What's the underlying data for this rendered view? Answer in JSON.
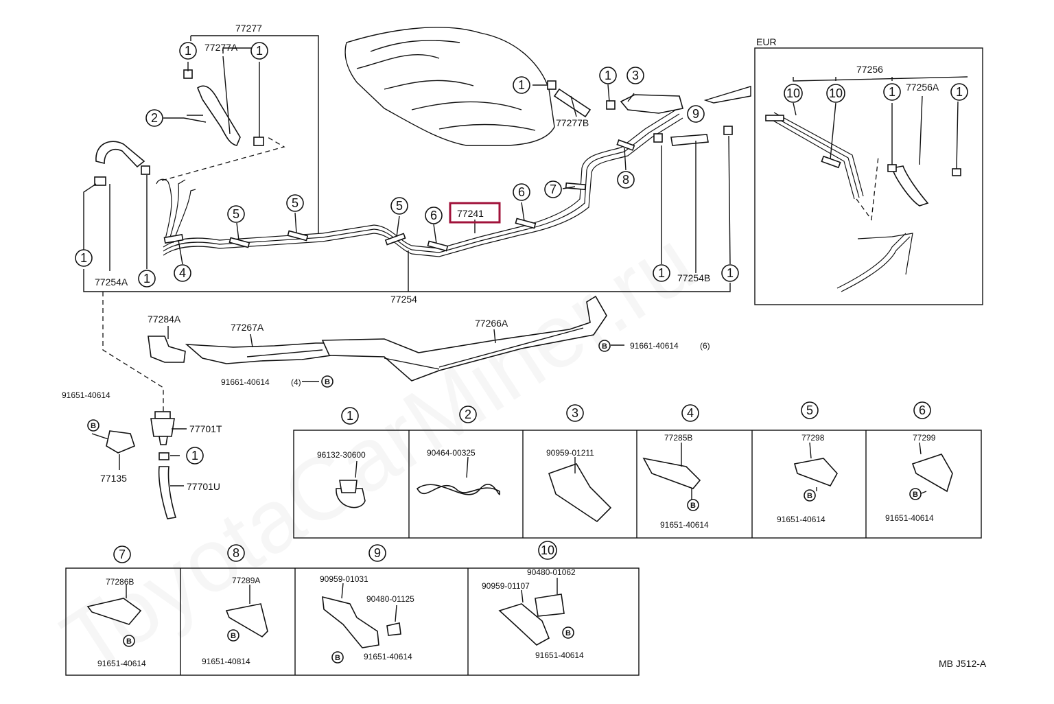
{
  "watermark": "ToyotaCarMiner.ru",
  "drawing_code": "MB J512-A",
  "inset": {
    "label": "EUR",
    "parts": {
      "assy": "77256",
      "hose": "77256A"
    }
  },
  "parts_main": {
    "p77277": "77277",
    "p77277A": "77277A",
    "p77277B": "77277B",
    "p77241": "77241",
    "p77254": "77254",
    "p77254A": "77254A",
    "p77254B": "77254B",
    "p77284A": "77284A",
    "p77267A": "77267A",
    "p77266A": "77266A",
    "p77701T": "77701T",
    "p77701U": "77701U",
    "p77135": "77135"
  },
  "bolts": {
    "right": "91661-40614",
    "right_qty": "(6)",
    "left": "91661-40614",
    "left_qty": "(4)",
    "filter": "91651-40614",
    "bolt_letter": "B"
  },
  "callouts": {
    "n1": "1",
    "n2": "2",
    "n3": "3",
    "n4": "4",
    "n5": "5",
    "n6": "6",
    "n7": "7",
    "n8": "8",
    "n9": "9",
    "n10": "10"
  },
  "highlight": {
    "part": "77241",
    "color": "#a0123a"
  },
  "clamp_table": {
    "row1": [
      {
        "num": "1",
        "part": "96132-30600",
        "bolt": ""
      },
      {
        "num": "2",
        "part": "90464-00325",
        "bolt": ""
      },
      {
        "num": "3",
        "part": "90959-01211",
        "bolt": ""
      },
      {
        "num": "4",
        "part": "77285B",
        "bolt": "91651-40614"
      },
      {
        "num": "5",
        "part": "77298",
        "bolt": "91651-40614"
      },
      {
        "num": "6",
        "part": "77299",
        "bolt": "91651-40614"
      }
    ],
    "row2": [
      {
        "num": "7",
        "part": "77286B",
        "bolt": "91651-40614"
      },
      {
        "num": "8",
        "part": "77289A",
        "bolt": "91651-40814"
      },
      {
        "num": "9",
        "part": "90959-01031",
        "part2": "90480-01125",
        "bolt": "91651-40614"
      },
      {
        "num": "10",
        "part": "90959-01107",
        "part2": "90480-01062",
        "bolt": "91651-40614"
      }
    ]
  }
}
